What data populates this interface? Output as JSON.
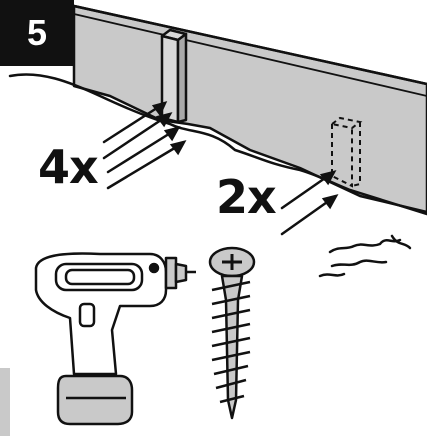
{
  "step": {
    "number": "5"
  },
  "labels": {
    "front_screws_count": "4x",
    "post_screws_count": "2x"
  },
  "icons": [
    "cordless-drill-icon",
    "screw-icon"
  ],
  "colors": {
    "panel": "#c9c9c9",
    "panel_shadow": "#a9a9a9",
    "line": "#111111",
    "badge": "#111111",
    "badge_text": "#ffffff",
    "background": "#ffffff"
  }
}
